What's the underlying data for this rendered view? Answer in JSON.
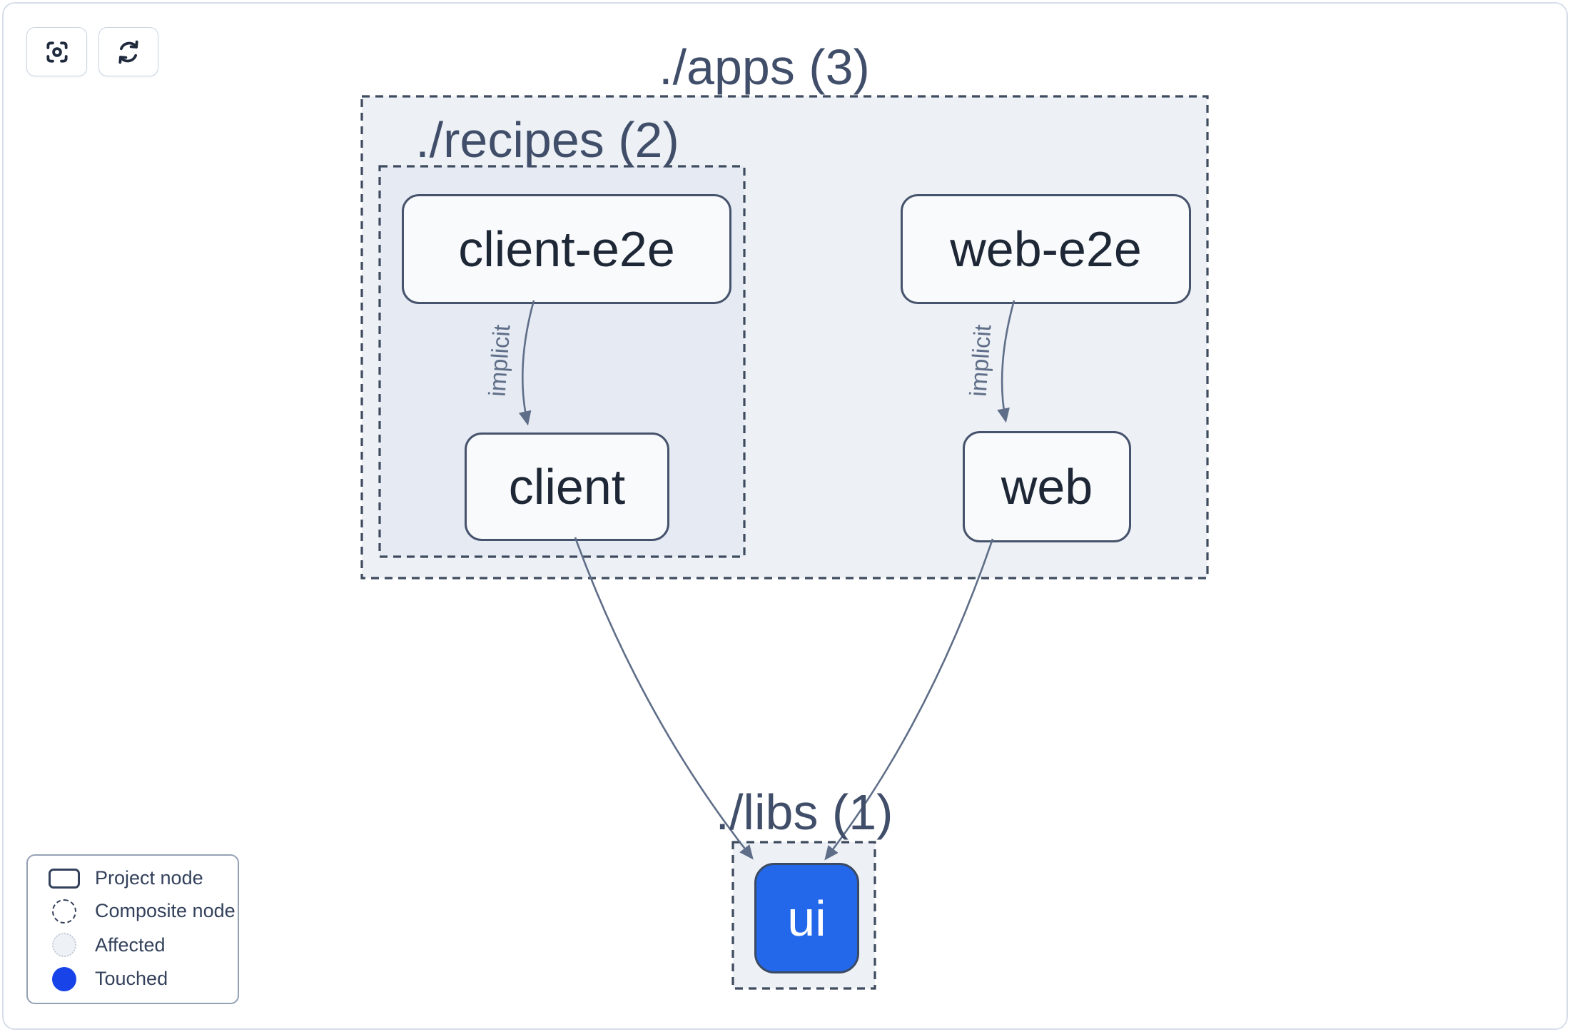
{
  "toolbar": {
    "buttons": [
      {
        "name": "center-graph",
        "icon": "focus-icon"
      },
      {
        "name": "refresh-graph",
        "icon": "refresh-icon"
      }
    ]
  },
  "graph": {
    "groups": [
      {
        "id": "apps",
        "label": "./apps (3)"
      },
      {
        "id": "recipes",
        "label": "./recipes (2)"
      },
      {
        "id": "libs",
        "label": "./libs (1)"
      }
    ],
    "nodes": [
      {
        "id": "client-e2e",
        "label": "client-e2e",
        "type": "project",
        "state": "default"
      },
      {
        "id": "web-e2e",
        "label": "web-e2e",
        "type": "project",
        "state": "default"
      },
      {
        "id": "client",
        "label": "client",
        "type": "project",
        "state": "default"
      },
      {
        "id": "web",
        "label": "web",
        "type": "project",
        "state": "default"
      },
      {
        "id": "ui",
        "label": "ui",
        "type": "project",
        "state": "touched"
      }
    ],
    "edges": [
      {
        "from": "client-e2e",
        "to": "client",
        "label": "implicit"
      },
      {
        "from": "web-e2e",
        "to": "web",
        "label": "implicit"
      },
      {
        "from": "client",
        "to": "ui",
        "label": ""
      },
      {
        "from": "web",
        "to": "ui",
        "label": ""
      }
    ]
  },
  "legend": {
    "items": [
      {
        "swatch": "project-node-swatch",
        "label": "Project node"
      },
      {
        "swatch": "composite-node-swatch",
        "label": "Composite node"
      },
      {
        "swatch": "affected-swatch",
        "label": "Affected"
      },
      {
        "swatch": "touched-swatch",
        "label": "Touched"
      }
    ]
  },
  "colors": {
    "ui_node_blue": "#2368ea",
    "touched_blue": "#1743e8",
    "group_fill": "#edf0f5",
    "node_fill": "#f9fafc",
    "dashed_border": "#3e4a5e",
    "edge": "#5f6e88",
    "node_text": "#1e2736",
    "group_label_text": "#404e69"
  }
}
